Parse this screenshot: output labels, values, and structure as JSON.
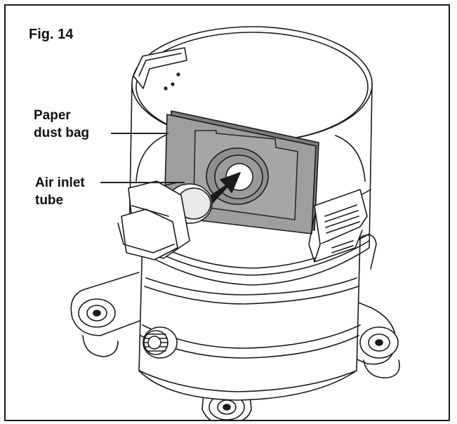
{
  "figure": {
    "title": "Fig. 14",
    "callouts": [
      {
        "lines": [
          "Paper",
          "dust bag"
        ]
      },
      {
        "lines": [
          "Air inlet",
          "tube"
        ]
      }
    ]
  },
  "colors": {
    "outline": "#1a1a1a",
    "bag_fill": "#9e9e9e",
    "bag_dark": "#7a7a7a",
    "arrow": "#1a1a1a"
  }
}
